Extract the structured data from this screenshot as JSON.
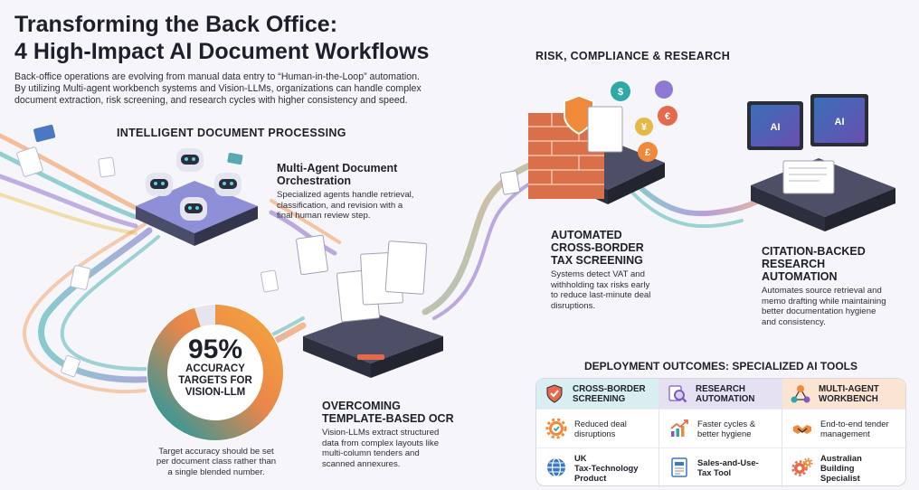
{
  "header": {
    "title_line1": "Transforming the Back Office:",
    "title_line2": "4 High-Impact AI Document Workflows",
    "intro_line1": "Back-office operations are evolving from manual data entry to “Human-in-the-Loop” automation.",
    "intro_line2": "By utilizing Multi-agent workbench systems and Vision-LLMs, organizations can handle complex",
    "intro_line3": "document extraction, risk screening, and research cycles with higher consistency and speed."
  },
  "sections": {
    "idp": "INTELLIGENT DOCUMENT PROCESSING",
    "risk": "RISK, COMPLIANCE & RESEARCH"
  },
  "workflows": {
    "orchestration": {
      "title_line1": "Multi-Agent Document",
      "title_line2": "Orchestration",
      "desc_line1": "Specialized agents handle retrieval,",
      "desc_line2": "classification, and revision with a",
      "desc_line3": "final human review step."
    },
    "ocr": {
      "title_line1": "OVERCOMING",
      "title_line2": "TEMPLATE-BASED OCR",
      "desc_line1": "Vision-LLMs extract structured",
      "desc_line2": "data from complex layouts like",
      "desc_line3": "multi-column tenders and",
      "desc_line4": "scanned annexures."
    },
    "tax": {
      "title_line1": "AUTOMATED",
      "title_line2": "CROSS-BORDER",
      "title_line3": "TAX SCREENING",
      "desc_line1": "Systems detect VAT and",
      "desc_line2": "withholding tax risks early",
      "desc_line3": "to reduce last-minute deal",
      "desc_line4": "disruptions."
    },
    "research": {
      "title_line1": "CITATION-BACKED",
      "title_line2": "RESEARCH",
      "title_line3": "AUTOMATION",
      "desc_line1": "Automates source retrieval and",
      "desc_line2": "memo drafting while maintaining",
      "desc_line3": "better documentation hygiene",
      "desc_line4": "and consistency."
    }
  },
  "accuracy": {
    "value": "95%",
    "fraction": 0.95,
    "caption_line1": "ACCURACY",
    "caption_line2": "TARGETS FOR",
    "caption_line3": "VISION-LLM",
    "note_line1": "Target accuracy should be set",
    "note_line2": "per document class rather than",
    "note_line3": "a single blended number."
  },
  "screen_glyphs": {
    "ai_left": "AI",
    "ai_right": "AI"
  },
  "coin_glyphs": [
    "$",
    "¥",
    "€",
    "£"
  ],
  "deployment": {
    "title": "DEPLOYMENT OUTCOMES: SPECIALIZED AI TOOLS",
    "columns": [
      {
        "header_line1": "CROSS-BORDER",
        "header_line2": "SCREENING",
        "header_icon": "shield-icon",
        "header_color": "#d8eef0",
        "rows": [
          {
            "line1": "Reduced deal",
            "line2": "disruptions",
            "line3": "",
            "icon": "gear-check-icon",
            "bold": false
          },
          {
            "line1": "UK",
            "line2": "Tax-Technology",
            "line3": "Product",
            "icon": "globe-icon",
            "bold": true
          }
        ]
      },
      {
        "header_line1": "RESEARCH",
        "header_line2": "AUTOMATION",
        "header_icon": "magnifier-icon",
        "header_color": "#e6e0f3",
        "rows": [
          {
            "line1": "Faster cycles &",
            "line2": "better hygiene",
            "line3": "",
            "icon": "trend-chart-icon",
            "bold": false
          },
          {
            "line1": "Sales-and-Use-",
            "line2": "Tax Tool",
            "line3": "",
            "icon": "tax-document-icon",
            "bold": true
          }
        ]
      },
      {
        "header_line1": "MULTI-AGENT",
        "header_line2": "WORKBENCH",
        "header_icon": "network-icon",
        "header_color": "#fbe4d2",
        "rows": [
          {
            "line1": "End-to-end tender",
            "line2": "management",
            "line3": "",
            "icon": "handshake-icon",
            "bold": false
          },
          {
            "line1": "Australian",
            "line2": "Building",
            "line3": "Specialist",
            "icon": "gears-icon",
            "bold": true
          }
        ]
      }
    ]
  },
  "colors": {
    "teal": "#2fa8a6",
    "purple": "#7d5bc4",
    "orange": "#f08a3a",
    "dark": "#1d2029",
    "ring_start": "#1f9aa2",
    "ring_end": "#f5a33d"
  }
}
